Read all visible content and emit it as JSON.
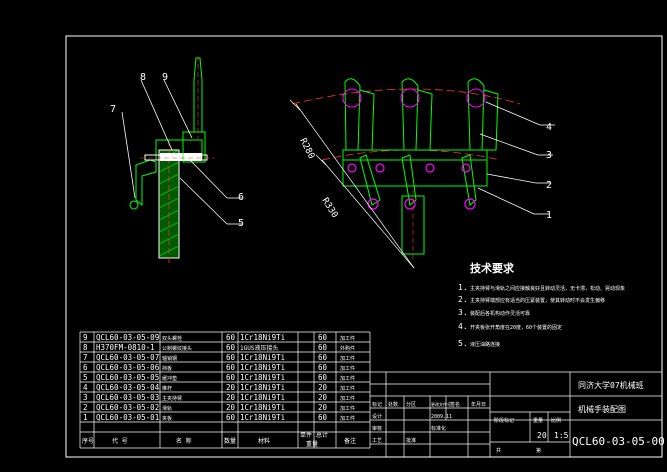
{
  "drawing_title": "机械手装配图",
  "institution": "同济大学07机械班",
  "drawing_number": "QCL60-03-05-00",
  "scale": "1:5",
  "sheet_count": "20",
  "technical_requirements": {
    "heading": "技术要求",
    "items": [
      {
        "num": "1.",
        "text": "主夹持臂与滑轨之间应接触良好且转动灵活，无卡滞，松动、晃动现象"
      },
      {
        "num": "2.",
        "text": "主夹持臂端部应有适当的压紧装置，使其转动时不会发生偏移"
      },
      {
        "num": "3.",
        "text": "装配后各机构动作灵活可靠"
      },
      {
        "num": "4.",
        "text": "开夹板张开角度在20度，60个装置的固定"
      },
      {
        "num": "5.",
        "text": "液压油路连接"
      }
    ]
  },
  "balloons": [
    "1",
    "2",
    "3",
    "4",
    "5",
    "6",
    "7",
    "8",
    "9"
  ],
  "dimensions": [
    "R280",
    "R330"
  ],
  "bom": [
    {
      "seq": "9",
      "code": "QCL60-03-05-09",
      "name": "双头螺栓",
      "qty": "60",
      "material": "1Cr18Ni9Ti",
      "unit": "",
      "total": "60",
      "remark": "加工件"
    },
    {
      "seq": "8",
      "code": "H370FM-0810-1",
      "name": "公制螺纹接头",
      "qty": "60",
      "material": "1GUS液压接头",
      "unit": "",
      "total": "60",
      "remark": "外购件"
    },
    {
      "seq": "7",
      "code": "QCL60-03-05-07",
      "name": "轴销钢",
      "qty": "60",
      "material": "1Cr18Ni9Ti",
      "unit": "",
      "total": "60",
      "remark": "加工件"
    },
    {
      "seq": "6",
      "code": "QCL60-03-05-06",
      "name": "挡板",
      "qty": "60",
      "material": "1Cr18Ni9Ti",
      "unit": "",
      "total": "60",
      "remark": "加工件"
    },
    {
      "seq": "5",
      "code": "QCL60-03-05-05",
      "name": "缓冲垫",
      "qty": "60",
      "material": "1Cr18Ni9Ti",
      "unit": "",
      "total": "60",
      "remark": "加工件"
    },
    {
      "seq": "4",
      "code": "QCL60-03-05-04",
      "name": "推杆",
      "qty": "20",
      "material": "1Cr18Ni9Ti",
      "unit": "",
      "total": "20",
      "remark": "加工件"
    },
    {
      "seq": "3",
      "code": "QCL60-03-05-03",
      "name": "主夹持臂",
      "qty": "20",
      "material": "1Cr18Ni9Ti",
      "unit": "",
      "total": "20",
      "remark": "加工件"
    },
    {
      "seq": "2",
      "code": "QCL60-03-05-02",
      "name": "滑轨",
      "qty": "20",
      "material": "1Cr18Ni9Ti",
      "unit": "",
      "total": "20",
      "remark": "加工件"
    },
    {
      "seq": "1",
      "code": "QCL60-03-05-01",
      "name": "夹板",
      "qty": "60",
      "material": "1Cr18Ni9Ti",
      "unit": "",
      "total": "60",
      "remark": "加工件"
    }
  ],
  "bom_headers": {
    "seq": "序号",
    "code": "代 号",
    "name": "名 称",
    "qty": "数量",
    "material": "材料",
    "unit": "单件",
    "total": "总计",
    "weight": "重量",
    "remark": "备注"
  },
  "title_block": {
    "mark": "标记",
    "count": "处数",
    "zone": "分区",
    "change_no": "更改文件号",
    "sign": "签名",
    "date": "年月日",
    "date_val": "2009.11",
    "designer": "设计",
    "stage": "阶段标记",
    "weight": "重量",
    "scale_lbl": "比例",
    "review": "审核",
    "craft": "工艺",
    "approve": "批准",
    "sheets": "共",
    "sheet": "第",
    "std": "标准化"
  }
}
